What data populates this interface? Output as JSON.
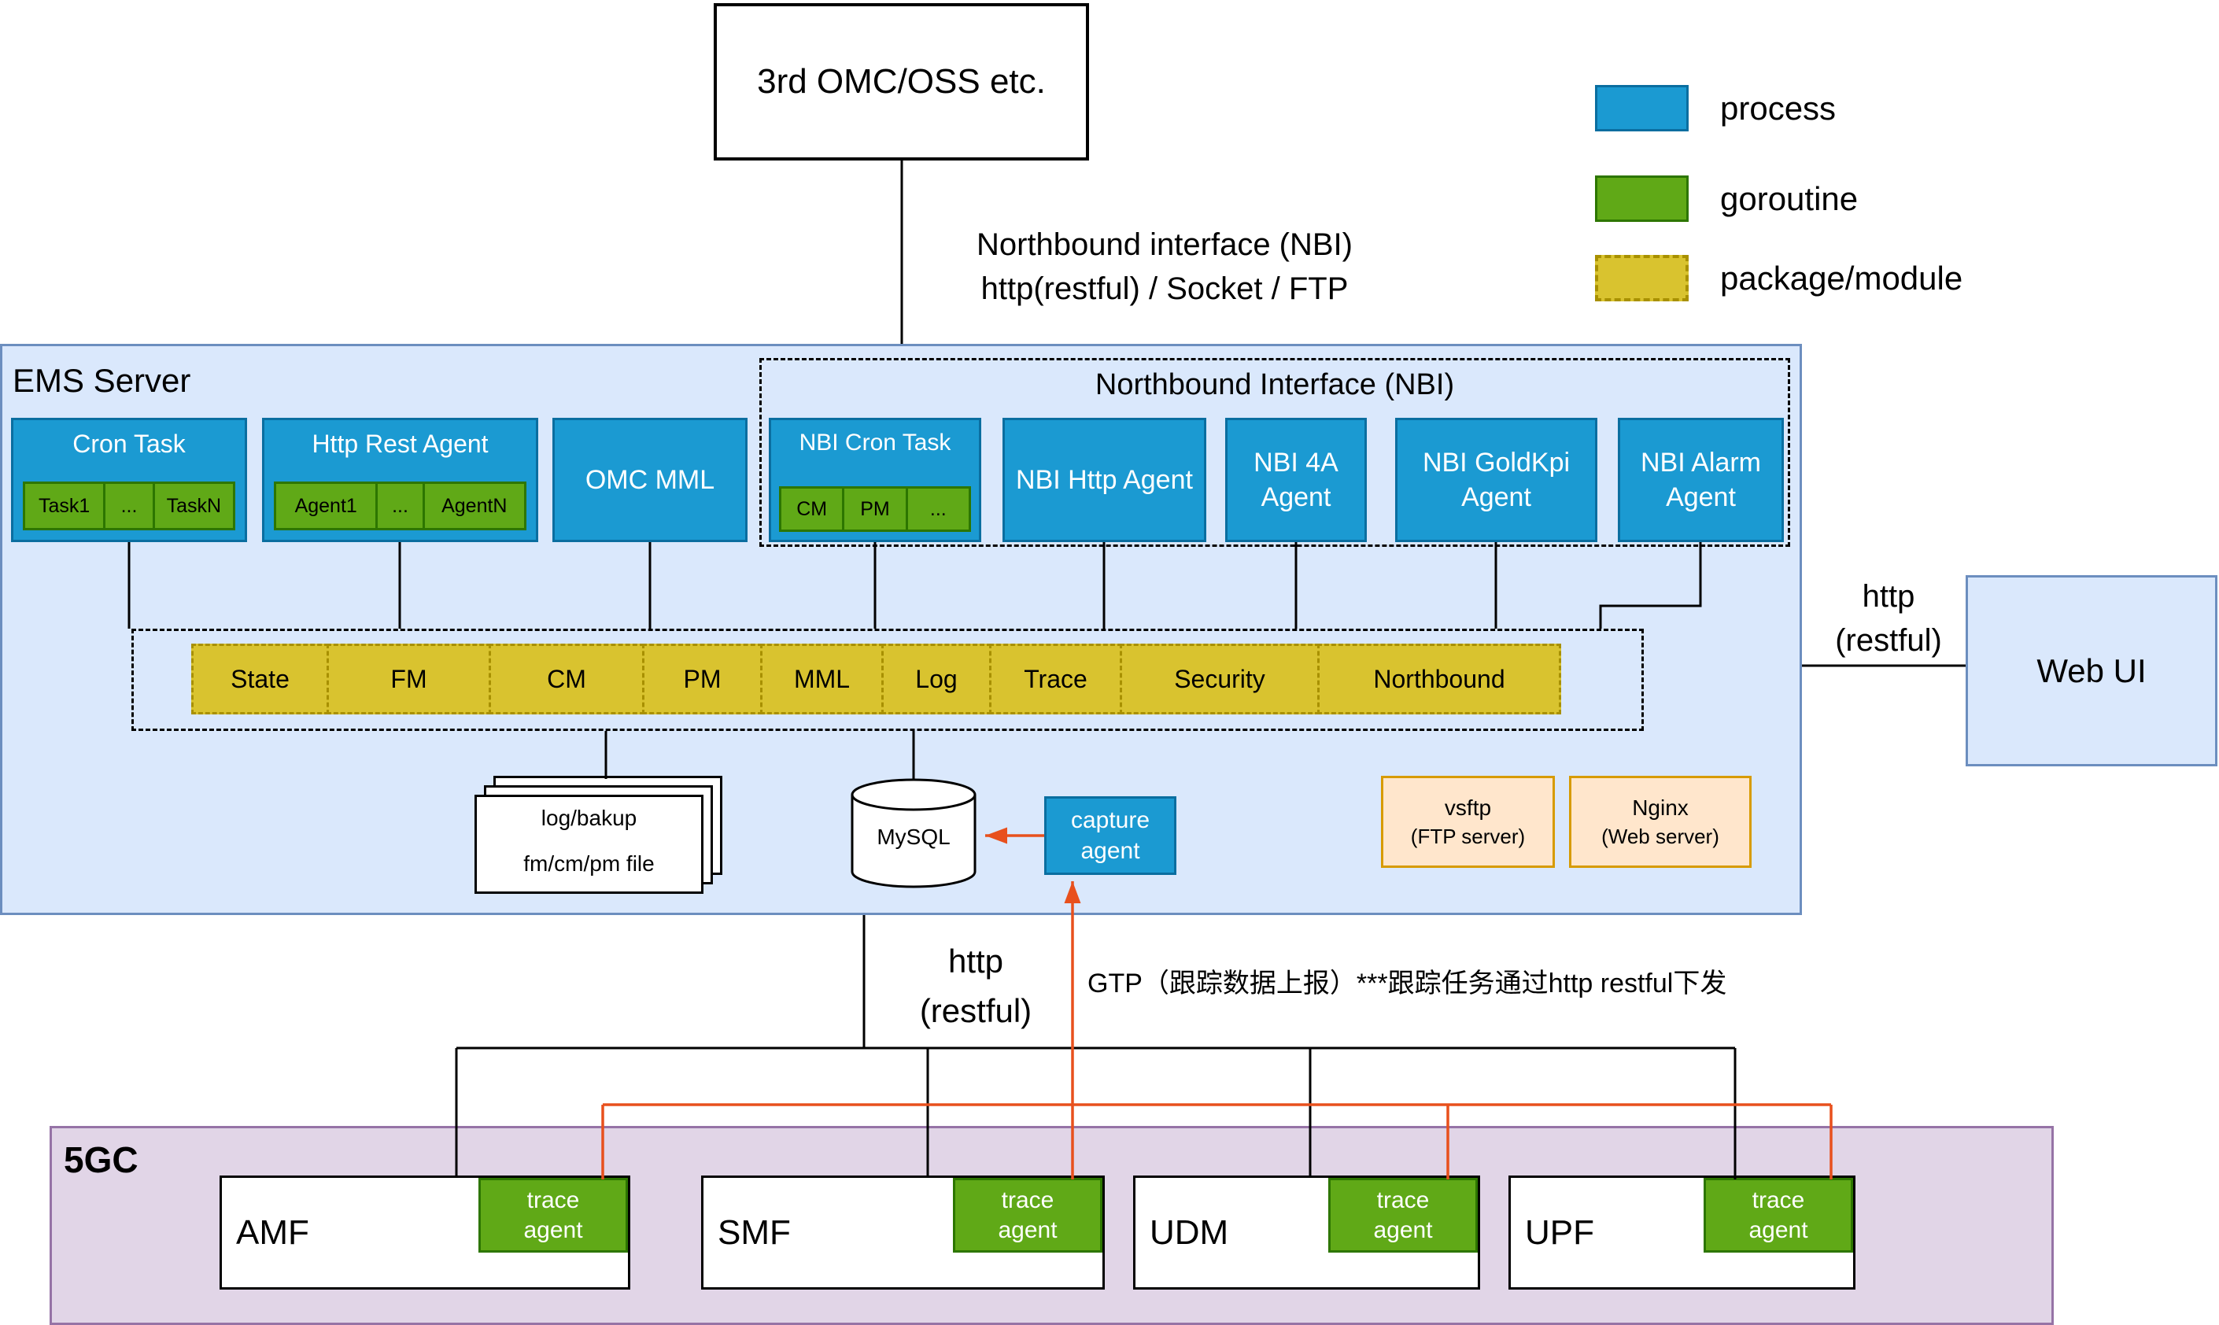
{
  "colors": {
    "process_blue": "#1b9ad2",
    "goroutine_green": "#60a917",
    "module_yellow": "#d9c32f",
    "ems_bg": "#dae8fc",
    "core_bg": "#e1d5e7",
    "ftp_web_bg": "#ffe6cc",
    "arrow_orange": "#e8501d"
  },
  "external": {
    "omc_oss": "3rd OMC/OSS etc.",
    "nbi_link_line1": "Northbound interface (NBI)",
    "nbi_link_line2": "http(restful) / Socket / FTP"
  },
  "legend": {
    "process": "process",
    "goroutine": "goroutine",
    "package": "package/module"
  },
  "ems": {
    "title": "EMS Server",
    "cron_task": {
      "title": "Cron Task",
      "items": [
        "Task1",
        "...",
        "TaskN"
      ]
    },
    "http_rest_agent": {
      "title": "Http Rest Agent",
      "items": [
        "Agent1",
        "...",
        "AgentN"
      ]
    },
    "omc_mml": "OMC MML",
    "nbi": {
      "title": "Northbound Interface (NBI)",
      "cron_task": {
        "title": "NBI Cron Task",
        "items": [
          "CM",
          "PM",
          "..."
        ]
      },
      "http_agent": "NBI Http Agent",
      "four_a_agent": "NBI 4A Agent",
      "goldkpi_agent": "NBI GoldKpi Agent",
      "alarm_agent": "NBI Alarm Agent"
    },
    "modules": [
      "State",
      "FM",
      "CM",
      "PM",
      "MML",
      "Log",
      "Trace",
      "Security",
      "Northbound"
    ],
    "file_store_line1": "log/bakup",
    "file_store_line2": "fm/cm/pm file",
    "mysql": "MySQL",
    "capture_agent_line1": "capture",
    "capture_agent_line2": "agent",
    "vsftp_line1": "vsftp",
    "vsftp_line2": "(FTP server)",
    "nginx_line1": "Nginx",
    "nginx_line2": "(Web server)"
  },
  "web_ui": {
    "label": "Web UI",
    "link_line1": "http",
    "link_line2": "(restful)"
  },
  "south": {
    "http_line1": "http",
    "http_line2": "(restful)",
    "gtp_note": "GTP（跟踪数据上报）***跟踪任务通过http restful下发"
  },
  "core": {
    "title": "5GC",
    "nfs": [
      "AMF",
      "SMF",
      "UDM",
      "UPF"
    ],
    "trace_agent_line1": "trace",
    "trace_agent_line2": "agent"
  }
}
